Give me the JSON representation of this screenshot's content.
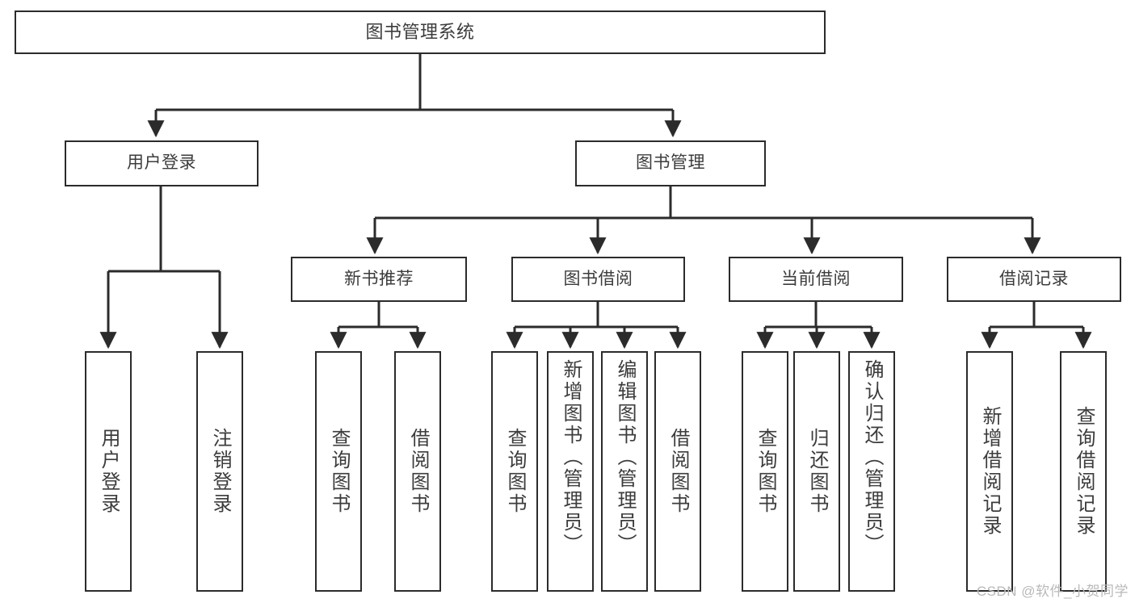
{
  "diagram": {
    "title": "图书管理系统",
    "type": "tree-structure-chart",
    "colors": {
      "stroke": "#2b2b2b",
      "text": "#3c3c3c",
      "background": "#ffffff",
      "watermark": "#b9b9b9"
    },
    "root": {
      "label": "图书管理系统"
    },
    "level2": [
      {
        "label": "用户登录"
      },
      {
        "label": "图书管理"
      }
    ],
    "level3": [
      {
        "label": "新书推荐"
      },
      {
        "label": "图书借阅"
      },
      {
        "label": "当前借阅"
      },
      {
        "label": "借阅记录"
      }
    ],
    "leaves": {
      "user_login": [
        {
          "label": "用户登录"
        },
        {
          "label": "注销登录"
        }
      ],
      "new_book_recommend": [
        {
          "label": "查询图书"
        },
        {
          "label": "借阅图书"
        }
      ],
      "book_borrow": [
        {
          "label": "查询图书"
        },
        {
          "label": "新增图书（管理员）"
        },
        {
          "label": "编辑图书（管理员）"
        },
        {
          "label": "借阅图书"
        }
      ],
      "current_borrow": [
        {
          "label": "查询图书"
        },
        {
          "label": "归还图书"
        },
        {
          "label": "确认归还（管理员）"
        }
      ],
      "borrow_record": [
        {
          "label": "新增借阅记录"
        },
        {
          "label": "查询借阅记录"
        }
      ]
    }
  },
  "watermark": {
    "text": "CSDN @软件_小贺同学"
  }
}
